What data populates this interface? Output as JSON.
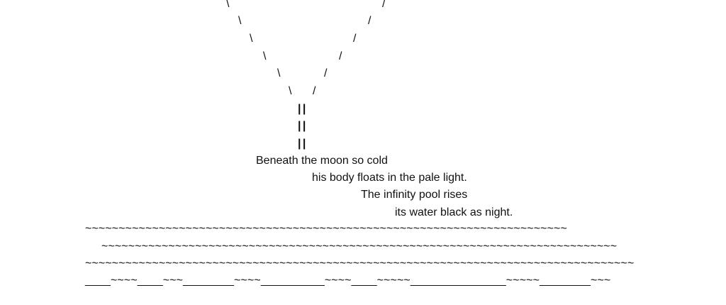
{
  "art": {
    "left_strokes": [
      "\\",
      "\\",
      "\\",
      "\\",
      "\\",
      "\\"
    ],
    "right_strokes": [
      "/",
      "/",
      "/",
      "/",
      "/",
      "/"
    ],
    "stem": [
      "| |",
      "| |",
      "| |"
    ]
  },
  "poem": {
    "lines": [
      "Beneath the moon so cold",
      "his body floats in the pale light.",
      "The infinity pool rises",
      "its water black as night."
    ]
  },
  "water": {
    "rows": [
      "~~~~~~~~~~~~~~~~~~~~~~~~~~~~~~~~~~~~~~~~~~~~~~~~~~~~~~~~~~~~~~~~~~~~~~~~",
      "~~~~~~~~~~~~~~~~~~~~~~~~~~~~~~~~~~~~~~~~~~~~~~~~~~~~~~~~~~~~~~~~~~~~~~~~~~~~~",
      "~~~~~~~~~~~~~~~~~~~~~~~~~~~~~~~~~~~~~~~~~~~~~~~~~~~~~~~~~~~~~~~~~~~~~~~~~~~~~~~~~~",
      "____~~~~____~~~________~~~~__________~~~~____~~~~~_______________~~~~~________~~~"
    ]
  }
}
